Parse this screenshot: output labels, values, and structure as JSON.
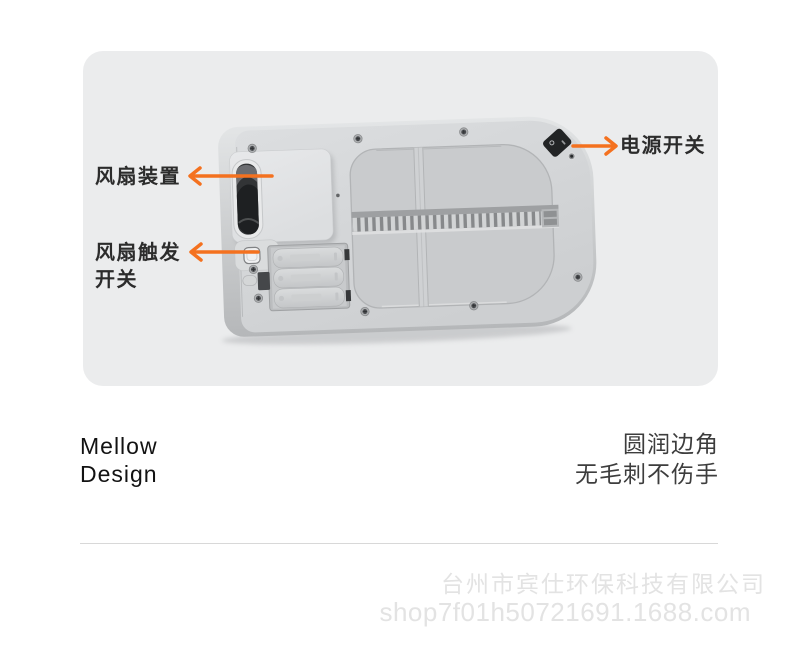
{
  "colors": {
    "accent": "#f4711f",
    "panel_bg": "#ebeced",
    "page_bg": "#ffffff",
    "label_text": "#2c2c2c",
    "title_text": "#121212",
    "tagline_text": "#3d3d3d",
    "divider": "#d8d8d8",
    "watermark": "#e3e3e3"
  },
  "annotations": {
    "fan_device": {
      "label": "风扇装置"
    },
    "fan_trigger": {
      "label_line1": "风扇触发",
      "label_line2": "开关"
    },
    "power_switch": {
      "label": "电源开关"
    }
  },
  "tagline": {
    "title_line1": "Mellow",
    "title_line2": "Design",
    "subtitle_line1": "圆润边角",
    "subtitle_line2": "无毛刺不伤手"
  },
  "watermark": {
    "company": "台州市宾仕环保科技有限公司",
    "shop_url": "shop7f01h50721691.1688.com"
  }
}
